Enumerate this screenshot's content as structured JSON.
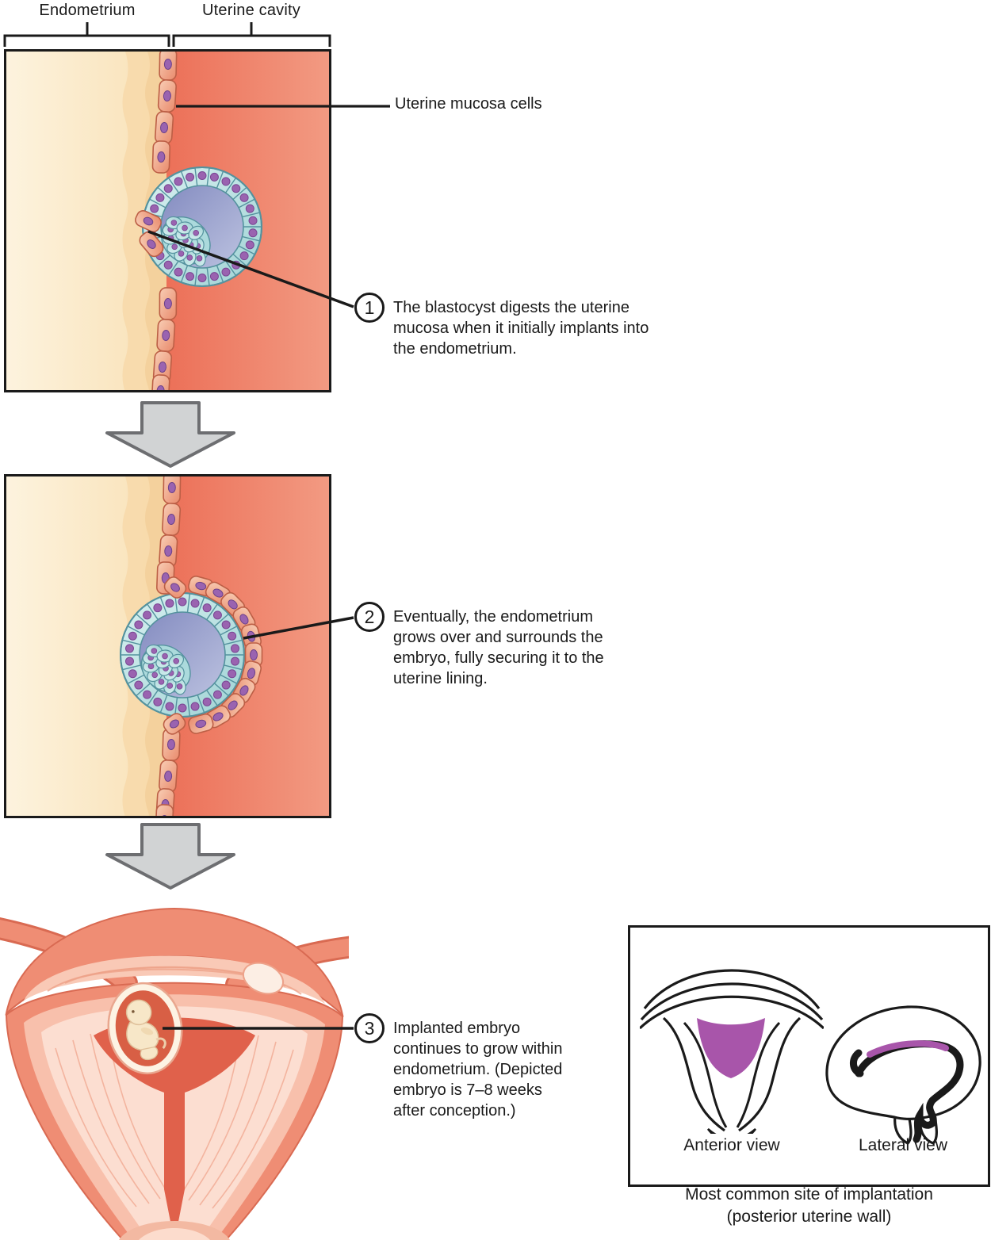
{
  "labels": {
    "endometrium": "Endometrium",
    "uterine_cavity": "Uterine cavity",
    "uterine_mucosa_cells": "Uterine mucosa cells"
  },
  "steps": [
    {
      "number": "1",
      "text": "The blastocyst digests the uterine\nmucosa when it initially implants into\nthe endometrium."
    },
    {
      "number": "2",
      "text": "Eventually, the endometrium\ngrows over and surrounds the\nembryo, fully securing it to the\nuterine lining."
    },
    {
      "number": "3",
      "text": "Implanted embryo\ncontinues to grow within\nendometrium. (Depicted\nembryo is 7–8 weeks\nafter conception.)"
    }
  ],
  "inset": {
    "anterior_label": "Anterior view",
    "lateral_label": "Lateral view",
    "caption_line1": "Most common site of implantation",
    "caption_line2": "(posterior uterine wall)"
  },
  "colors": {
    "implantation_highlight": "#a855aa",
    "endometrium_light": "#fdf3de",
    "endometrium_deep": "#f3cf9b",
    "uterine_cavity_dark": "#ec7058",
    "uterine_cavity_light": "#f29a82",
    "trophoblast_cell": "#aedce0",
    "trophoblast_edge": "#54929e",
    "blastocoel_dark": "#838bc0",
    "blastocoel_light": "#bcc2e0",
    "mucosa_cell": "#ec9579",
    "mucosa_cell_edge": "#bc5f46",
    "cell_nucleus": "#9a63b0",
    "arrow_fill": "#d1d3d4",
    "arrow_stroke": "#6d6e71",
    "uterus_wall": "#ef8d74",
    "uterus_cavity_red": "#e0614b",
    "line_color": "#1a1a1a"
  }
}
